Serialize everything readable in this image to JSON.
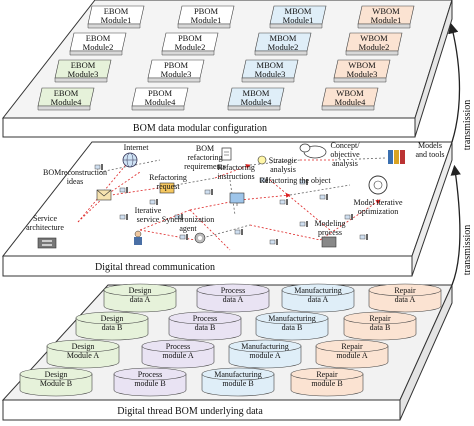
{
  "layers": {
    "top": {
      "caption": "BOM data modular configuration",
      "modules": [
        [
          "EBOM",
          "Module1",
          "#ffffff"
        ],
        [
          "PBOM",
          "Module1",
          "#ffffff"
        ],
        [
          "MBOM",
          "Module1",
          "#dfeef8"
        ],
        [
          "WBOM",
          "Module1",
          "#fbe3d2"
        ],
        [
          "EBOM",
          "Module2",
          "#ffffff"
        ],
        [
          "PBOM",
          "Module2",
          "#ffffff"
        ],
        [
          "MBOM",
          "Module2",
          "#dfeef8"
        ],
        [
          "WBOM",
          "Module2",
          "#fbe3d2"
        ],
        [
          "EBOM",
          "Module3",
          "#e6f2da"
        ],
        [
          "PBOM",
          "Module3",
          "#ffffff"
        ],
        [
          "MBOM",
          "Module3",
          "#dfeef8"
        ],
        [
          "WBOM",
          "Module3",
          "#fbe3d2"
        ],
        [
          "EBOM",
          "Module4",
          "#e6f2da"
        ],
        [
          "PBOM",
          "Module4",
          "#ffffff"
        ],
        [
          "MBOM",
          "Module4",
          "#dfeef8"
        ],
        [
          "WBOM",
          "Module4",
          "#fbe3d2"
        ]
      ]
    },
    "middle": {
      "caption": "Digital thread  communication",
      "nodes": [
        [
          "Internet"
        ],
        [
          "BOM",
          "refactoring",
          "requirements"
        ],
        [
          "Strategic",
          "analysis"
        ],
        [
          "Concept/",
          "objective",
          "analysis"
        ],
        [
          "Models",
          "and tools"
        ],
        [
          "BOMreconstruction",
          "ideas"
        ],
        [
          "Refactoring",
          "instructions"
        ],
        [
          "Refactoring",
          "request"
        ],
        [
          "Refactoring the object"
        ],
        [
          "Service",
          "architecture"
        ],
        [
          "Iterative",
          "service"
        ],
        [
          "Model iterative",
          "optimization"
        ],
        [
          "Synchronization",
          "agent"
        ],
        [
          "Modeling",
          "process"
        ]
      ]
    },
    "bottom": {
      "caption": "Digital thread  BOM underlying data",
      "cylinders": [
        [
          "Design",
          "data A",
          "#e6f2da"
        ],
        [
          "Process",
          "data A",
          "#e9e3f3"
        ],
        [
          "Manufacturing",
          "data A",
          "#dfeef8"
        ],
        [
          "Repair",
          "data A",
          "#fbe3d2"
        ],
        [
          "Design",
          "data B",
          "#e6f2da"
        ],
        [
          "Process",
          "data B",
          "#e9e3f3"
        ],
        [
          "Manufacturing",
          "data B",
          "#dfeef8"
        ],
        [
          "Repair",
          "data B",
          "#fbe3d2"
        ],
        [
          "Design",
          "Module A",
          "#e6f2da"
        ],
        [
          "Process",
          "module A",
          "#e9e3f3"
        ],
        [
          "Manufacturing",
          "module A",
          "#dfeef8"
        ],
        [
          "Repair",
          "module A",
          "#fbe3d2"
        ],
        [
          "Design",
          "Module B",
          "#e6f2da"
        ],
        [
          "Process",
          "module B",
          "#e9e3f3"
        ],
        [
          "Manufacturing",
          "module B",
          "#dfeef8"
        ],
        [
          "Repair",
          "module B",
          "#fbe3d2"
        ]
      ]
    }
  },
  "transmission_labels": [
    "transmission",
    "transmission"
  ]
}
